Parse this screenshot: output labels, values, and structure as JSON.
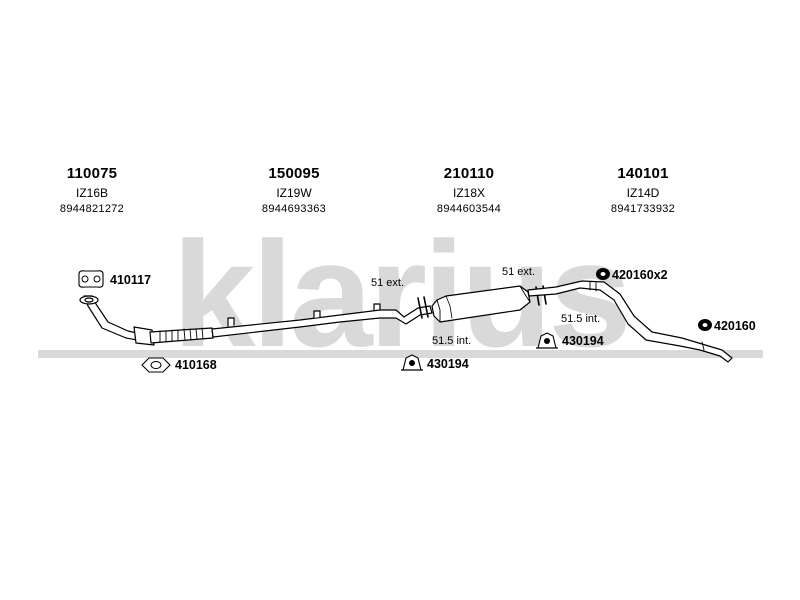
{
  "brand": {
    "watermark": "klarius",
    "color": "#d9d9d9"
  },
  "columns": [
    {
      "number": "110075",
      "engine": "IZ16B",
      "oem": "8944821272"
    },
    {
      "number": "150095",
      "engine": "IZ19W",
      "oem": "8944693363"
    },
    {
      "number": "210110",
      "engine": "IZ18X",
      "oem": "8944603544"
    },
    {
      "number": "140101",
      "engine": "IZ14D",
      "oem": "8941733932"
    }
  ],
  "parts": {
    "gasket_top": "410117",
    "gasket_bottom": "410168",
    "mount_center": "430194",
    "mount_right": "430194",
    "ring_pair": "420160x2",
    "ring_single": "420160"
  },
  "notes": {
    "ext_left": "51 ext.",
    "int_left": "51.5 int.",
    "ext_right": "51 ext.",
    "int_right": "51.5 int."
  },
  "icons": {
    "gasket": "gasket-icon",
    "mount": "rubber-mount-icon",
    "ring": "ring-icon",
    "clamp": "clamp-icon"
  }
}
